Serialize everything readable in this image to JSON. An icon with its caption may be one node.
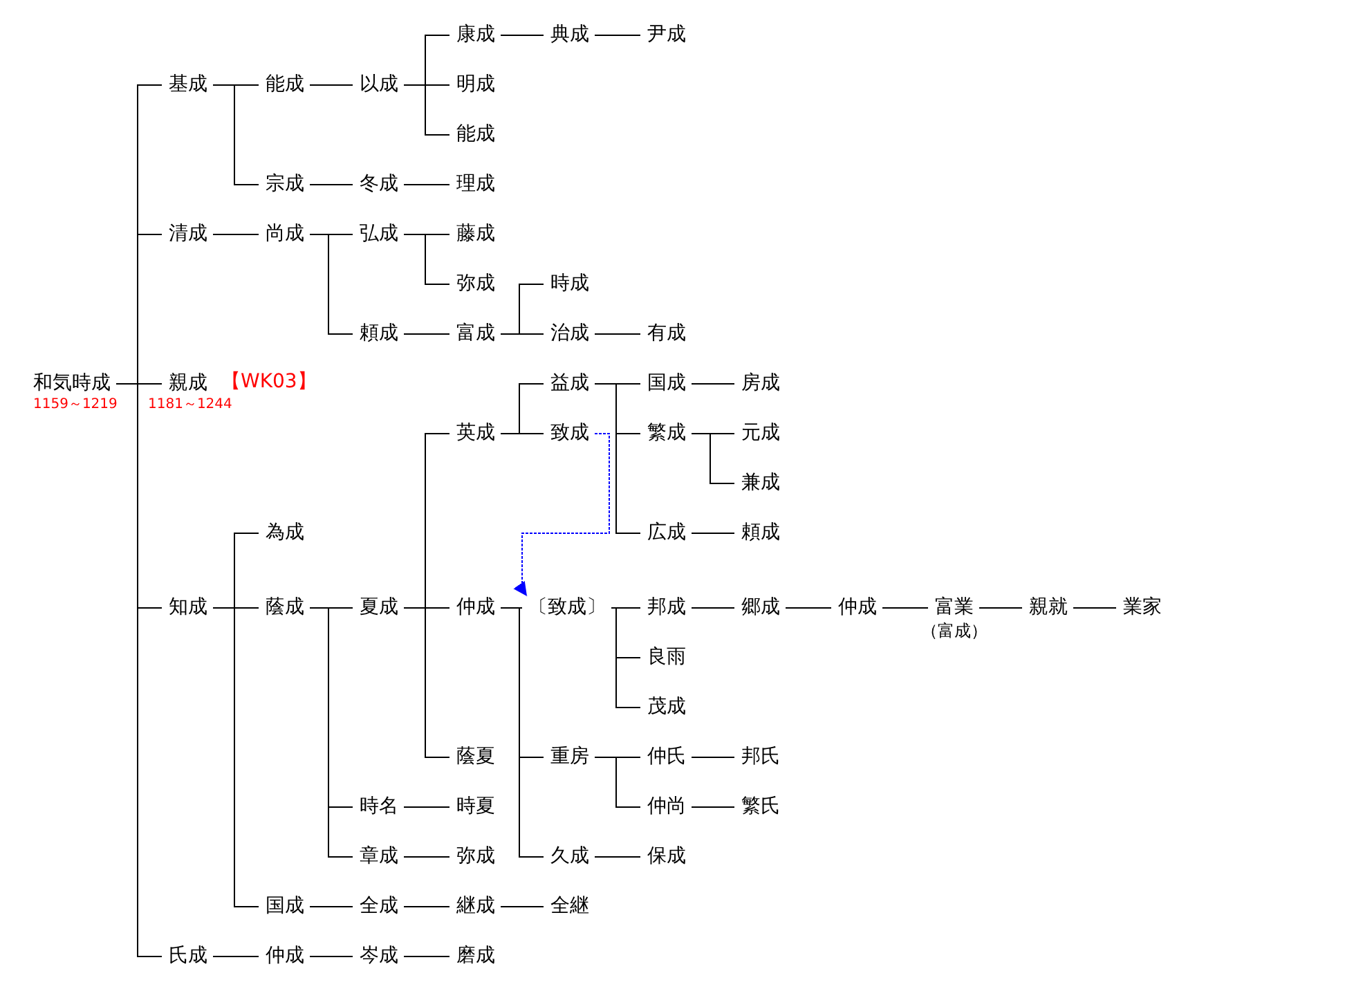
{
  "diagram": {
    "nodes": [
      {
        "text": [
          "和気時成"
        ],
        "beside": [
          "1159～1219"
        ]
      },
      {
        "text": [
          "基成"
        ]
      },
      {
        "text": [
          "能成"
        ]
      },
      {
        "text": [
          "以成"
        ]
      },
      {
        "text": [
          "康成"
        ]
      },
      {
        "text": [
          "典成"
        ]
      },
      {
        "text": [
          "尹成"
        ]
      },
      {
        "text": [
          "明成"
        ]
      },
      {
        "text": [
          "能成"
        ]
      },
      {
        "text": [
          "宗成"
        ]
      },
      {
        "text": [
          "冬成"
        ]
      },
      {
        "text": [
          "理成"
        ]
      },
      {
        "text": [
          "清成"
        ]
      },
      {
        "text": [
          "尚成"
        ]
      },
      {
        "text": [
          "弘成"
        ]
      },
      {
        "text": [
          "藤成"
        ]
      },
      {
        "text": [
          "弥成"
        ]
      },
      {
        "text": [
          "頼成"
        ]
      },
      {
        "text": [
          "富成"
        ]
      },
      {
        "text": [
          "時成"
        ]
      },
      {
        "text": [
          "治成"
        ]
      },
      {
        "text": [
          "有成"
        ]
      },
      {
        "text": [
          "親成"
        ],
        "beside": [
          "【WK03】",
          "1181～1244"
        ]
      },
      {
        "text": [
          "知成"
        ]
      },
      {
        "text": [
          "為成"
        ]
      },
      {
        "text": [
          "蔭成"
        ]
      },
      {
        "text": [
          "夏成"
        ]
      },
      {
        "text": [
          "英成"
        ]
      },
      {
        "text": [
          "益成"
        ]
      },
      {
        "text": [
          "国成"
        ]
      },
      {
        "text": [
          "房成"
        ]
      },
      {
        "text": [
          "繁成"
        ]
      },
      {
        "text": [
          "元成"
        ]
      },
      {
        "text": [
          "兼成"
        ]
      },
      {
        "text": [
          "広成"
        ]
      },
      {
        "text": [
          "頼成"
        ]
      },
      {
        "text": [
          "致成"
        ]
      },
      {
        "text": [
          "仲成"
        ]
      },
      {
        "text": [
          "〔致成〕"
        ]
      },
      {
        "text": [
          "邦成"
        ]
      },
      {
        "text": [
          "郷成"
        ]
      },
      {
        "text": [
          "仲成"
        ]
      },
      {
        "text": [
          "富業"
        ],
        "beside": [
          "（富成）"
        ]
      },
      {
        "text": [
          "親就"
        ]
      },
      {
        "text": [
          "業家"
        ]
      },
      {
        "text": [
          "良雨"
        ]
      },
      {
        "text": [
          "茂成"
        ]
      },
      {
        "text": [
          "蔭夏"
        ]
      },
      {
        "text": [
          "重房"
        ]
      },
      {
        "text": [
          "仲氏"
        ]
      },
      {
        "text": [
          "邦氏"
        ]
      },
      {
        "text": [
          "仲尚"
        ]
      },
      {
        "text": [
          "繁氏"
        ]
      },
      {
        "text": [
          "久成"
        ]
      },
      {
        "text": [
          "保成"
        ]
      },
      {
        "text": [
          "時名"
        ]
      },
      {
        "text": [
          "時夏"
        ]
      },
      {
        "text": [
          "章成"
        ]
      },
      {
        "text": [
          "弥成"
        ]
      },
      {
        "text": [
          "国成"
        ]
      },
      {
        "text": [
          "全成"
        ]
      },
      {
        "text": [
          "継成"
        ]
      },
      {
        "text": [
          "全継"
        ]
      },
      {
        "text": [
          "氏成"
        ]
      },
      {
        "text": [
          "仲成"
        ]
      },
      {
        "text": [
          "岑成"
        ]
      },
      {
        "text": [
          "磨成"
        ]
      }
    ],
    "edges": [
      {
        "from": 0,
        "to": 1,
        "arrow": "none"
      },
      {
        "from": 1,
        "to": 2,
        "arrow": "none"
      },
      {
        "from": 2,
        "to": 3,
        "arrow": "none"
      },
      {
        "from": 3,
        "to": 4,
        "arrow": "none"
      },
      {
        "from": 4,
        "to": 5,
        "arrow": "none"
      },
      {
        "from": 5,
        "to": 6,
        "arrow": "none"
      },
      {
        "from": 3,
        "to": 7,
        "arrow": "none"
      },
      {
        "from": 3,
        "to": 8,
        "arrow": "none"
      },
      {
        "from": 1,
        "to": 9,
        "arrow": "none"
      },
      {
        "from": 9,
        "to": 10,
        "arrow": "none"
      },
      {
        "from": 10,
        "to": 11,
        "arrow": "none"
      },
      {
        "from": 0,
        "to": 12,
        "arrow": "none"
      },
      {
        "from": 12,
        "to": 13,
        "arrow": "none"
      },
      {
        "from": 13,
        "to": 14,
        "arrow": "none"
      },
      {
        "from": 14,
        "to": 15,
        "arrow": "none"
      },
      {
        "from": 14,
        "to": 16,
        "arrow": "none"
      },
      {
        "from": 13,
        "to": 17,
        "arrow": "none"
      },
      {
        "from": 17,
        "to": 18,
        "arrow": "none"
      },
      {
        "from": 18,
        "to": 19,
        "arrow": "none"
      },
      {
        "from": 18,
        "to": 20,
        "arrow": "none"
      },
      {
        "from": 20,
        "to": 21,
        "arrow": "none"
      },
      {
        "from": 0,
        "to": 22,
        "arrow": "none"
      },
      {
        "from": 0,
        "to": 23,
        "arrow": "none"
      },
      {
        "from": 23,
        "to": 24,
        "arrow": "none"
      },
      {
        "from": 23,
        "to": 25,
        "arrow": "none"
      },
      {
        "from": 25,
        "to": 26,
        "arrow": "none"
      },
      {
        "from": 26,
        "to": 27,
        "arrow": "none"
      },
      {
        "from": 27,
        "to": 28,
        "arrow": "none"
      },
      {
        "from": 28,
        "to": 29,
        "arrow": "none"
      },
      {
        "from": 29,
        "to": 30,
        "arrow": "none"
      },
      {
        "from": 28,
        "to": 31,
        "arrow": "none"
      },
      {
        "from": 31,
        "to": 32,
        "arrow": "none"
      },
      {
        "from": 31,
        "to": 33,
        "arrow": "none"
      },
      {
        "from": 28,
        "to": 34,
        "arrow": "none"
      },
      {
        "from": 34,
        "to": 35,
        "arrow": "none"
      },
      {
        "from": 27,
        "to": 36,
        "arrow": "none"
      },
      {
        "from": 26,
        "to": 37,
        "arrow": "none"
      },
      {
        "from": 37,
        "to": 38,
        "arrow": "none"
      },
      {
        "from": 38,
        "to": 39,
        "arrow": "none"
      },
      {
        "from": 39,
        "to": 40,
        "arrow": "none"
      },
      {
        "from": 40,
        "to": 41,
        "arrow": "none"
      },
      {
        "from": 41,
        "to": 42,
        "arrow": "none"
      },
      {
        "from": 42,
        "to": 43,
        "arrow": "none"
      },
      {
        "from": 43,
        "to": 44,
        "arrow": "none"
      },
      {
        "from": 38,
        "to": 45,
        "arrow": "none"
      },
      {
        "from": 38,
        "to": 46,
        "arrow": "none"
      },
      {
        "from": 26,
        "to": 47,
        "arrow": "none"
      },
      {
        "from": 37,
        "to": 48,
        "arrow": "none"
      },
      {
        "from": 48,
        "to": 49,
        "arrow": "none"
      },
      {
        "from": 49,
        "to": 50,
        "arrow": "none"
      },
      {
        "from": 48,
        "to": 51,
        "arrow": "none"
      },
      {
        "from": 51,
        "to": 52,
        "arrow": "none"
      },
      {
        "from": 37,
        "to": 53,
        "arrow": "none"
      },
      {
        "from": 53,
        "to": 54,
        "arrow": "none"
      },
      {
        "from": 25,
        "to": 55,
        "arrow": "none"
      },
      {
        "from": 55,
        "to": 56,
        "arrow": "none"
      },
      {
        "from": 25,
        "to": 57,
        "arrow": "none"
      },
      {
        "from": 57,
        "to": 58,
        "arrow": "none"
      },
      {
        "from": 23,
        "to": 59,
        "arrow": "none"
      },
      {
        "from": 59,
        "to": 60,
        "arrow": "none"
      },
      {
        "from": 60,
        "to": 61,
        "arrow": "none"
      },
      {
        "from": 61,
        "to": 62,
        "arrow": "none"
      },
      {
        "from": 0,
        "to": 63,
        "arrow": "none"
      },
      {
        "from": 63,
        "to": 64,
        "arrow": "none"
      },
      {
        "from": 64,
        "to": 65,
        "arrow": "none"
      },
      {
        "from": 65,
        "to": 66,
        "arrow": "none"
      },
      {
        "from": 36,
        "to": 38,
        "arrow": "to",
        "style": "dashed",
        "color": "#0000ff"
      }
    ]
  }
}
